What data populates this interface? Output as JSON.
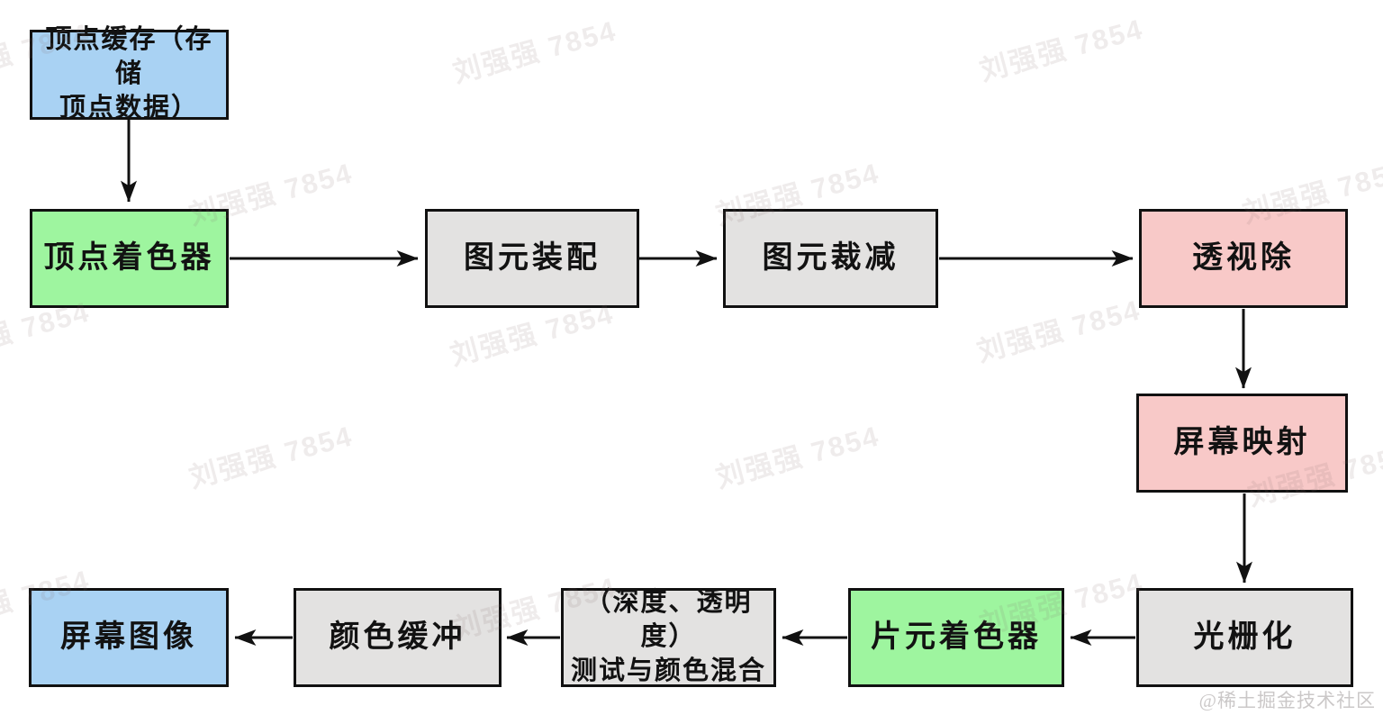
{
  "colors": {
    "blue": "#a9d2f3",
    "green": "#9ef59f",
    "gray": "#e3e2e1",
    "pink": "#f8c9c8",
    "border": "#111111",
    "arrow": "#111111",
    "watermark_text_color": "#eceae9",
    "credit_color": "#cbc8c8"
  },
  "watermark": {
    "text": "刘强强 7854",
    "credit": "@稀土掘金技术社区"
  },
  "diagram": {
    "nodes": [
      {
        "id": "vertex-buffer",
        "label": "顶点缓存（存储\n顶点数据）",
        "fill": "blue"
      },
      {
        "id": "vertex-shader",
        "label": "顶点着色器",
        "fill": "green"
      },
      {
        "id": "primitive-assembly",
        "label": "图元装配",
        "fill": "gray"
      },
      {
        "id": "primitive-clipping",
        "label": "图元裁减",
        "fill": "gray"
      },
      {
        "id": "perspective-divide",
        "label": "透视除",
        "fill": "pink"
      },
      {
        "id": "screen-mapping",
        "label": "屏幕映射",
        "fill": "pink"
      },
      {
        "id": "rasterization",
        "label": "光栅化",
        "fill": "gray"
      },
      {
        "id": "fragment-shader",
        "label": "片元着色器",
        "fill": "green"
      },
      {
        "id": "test-blend",
        "label": "（深度、透明度）\n测试与颜色混合",
        "fill": "gray"
      },
      {
        "id": "color-buffer",
        "label": "颜色缓冲",
        "fill": "gray"
      },
      {
        "id": "screen-image",
        "label": "屏幕图像",
        "fill": "blue"
      }
    ],
    "edges": [
      {
        "from": "vertex-buffer",
        "to": "vertex-shader"
      },
      {
        "from": "vertex-shader",
        "to": "primitive-assembly"
      },
      {
        "from": "primitive-assembly",
        "to": "primitive-clipping"
      },
      {
        "from": "primitive-clipping",
        "to": "perspective-divide"
      },
      {
        "from": "perspective-divide",
        "to": "screen-mapping"
      },
      {
        "from": "screen-mapping",
        "to": "rasterization"
      },
      {
        "from": "rasterization",
        "to": "fragment-shader"
      },
      {
        "from": "fragment-shader",
        "to": "test-blend"
      },
      {
        "from": "test-blend",
        "to": "color-buffer"
      },
      {
        "from": "color-buffer",
        "to": "screen-image"
      }
    ]
  }
}
